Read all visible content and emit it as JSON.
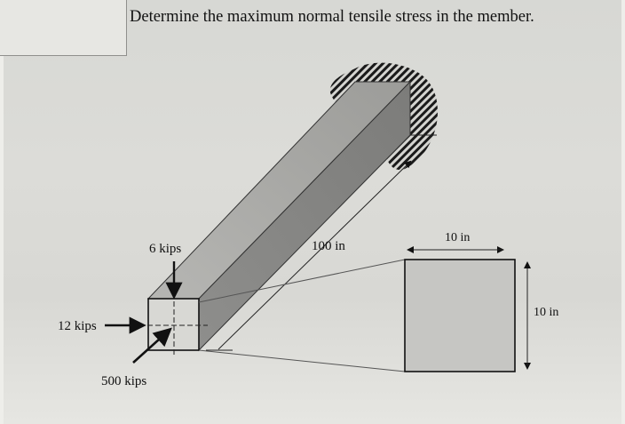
{
  "problem": {
    "statement": "Determine the maximum normal tensile stress in the member."
  },
  "loads": {
    "vertical_load": "6 kips",
    "horizontal_load": "12 kips",
    "axial_load": "500 kips"
  },
  "dimensions": {
    "member_length": "100 in",
    "section_width": "10 in",
    "section_height": "10 in"
  }
}
